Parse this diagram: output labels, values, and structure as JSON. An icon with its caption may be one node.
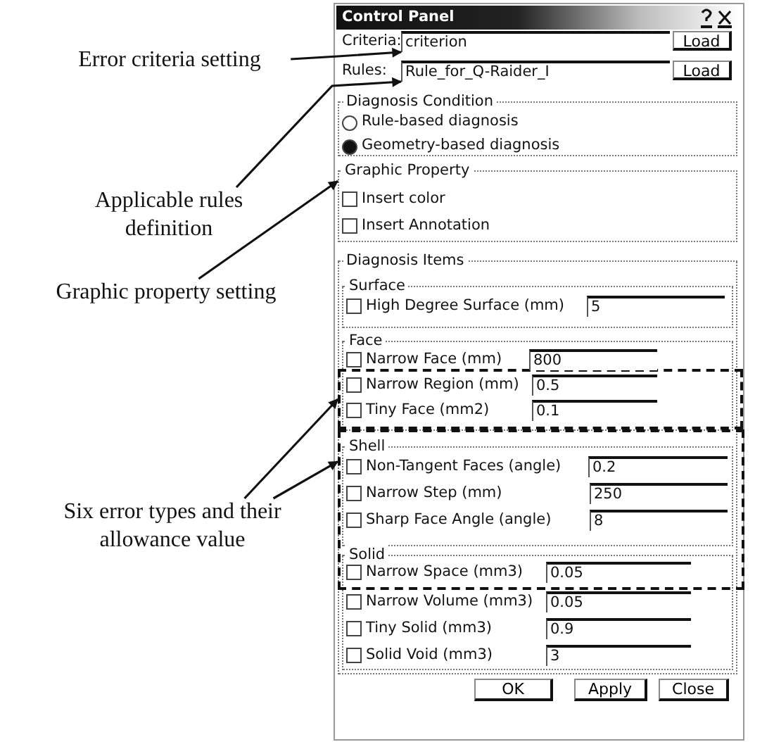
{
  "diagram": {
    "title": "Control Panel",
    "nodes": [
      {
        "text": [
          "Error criteria setting"
        ]
      },
      {
        "text": [
          "Applicable rules definition"
        ]
      },
      {
        "text": [
          "Graphic property setting"
        ]
      },
      {
        "text": [
          "Six error types and their allowance value"
        ]
      },
      {
        "text": [
          "criterion"
        ]
      },
      {
        "text": [
          "Rule_for_Q-Raider_I"
        ]
      },
      {
        "text": [
          "Graphic Property"
        ]
      },
      {
        "text": [],
        "shape": "box"
      },
      {
        "text": [],
        "shape": "box"
      }
    ],
    "edges": [
      {
        "from": 0,
        "to": 4,
        "arrow": "to"
      },
      {
        "from": 1,
        "to": 5,
        "arrow": "to"
      },
      {
        "from": 2,
        "to": 6,
        "arrow": "to"
      },
      {
        "from": 3,
        "to": 7,
        "arrow": "to"
      },
      {
        "from": 3,
        "to": 8,
        "arrow": "to"
      }
    ],
    "labels": [
      "Criteria:",
      "Load",
      "Rules:",
      "Load",
      "Diagnosis Condition",
      "Rule-based diagnosis",
      "Geometry-based diagnosis",
      "Insert color",
      "Insert Annotation",
      "Diagnosis Items",
      "Surface",
      "High Degree Surface (mm)",
      "5",
      "Face",
      "Narrow Face (mm)",
      "800",
      "Narrow Region (mm)",
      "0.5",
      "Tiny Face (mm2)",
      "0.1",
      "Shell",
      "Non-Tangent Faces (angle)",
      "0.2",
      "Narrow Step (mm)",
      "250",
      "Sharp Face Angle (angle)",
      "8",
      "Solid",
      "Narrow Space (mm3)",
      "0.05",
      "Narrow Volume (mm3)",
      "0.05",
      "Tiny Solid (mm3)",
      "0.9",
      "Solid Void (mm3)",
      "3",
      "OK",
      "Apply",
      "Close"
    ]
  }
}
